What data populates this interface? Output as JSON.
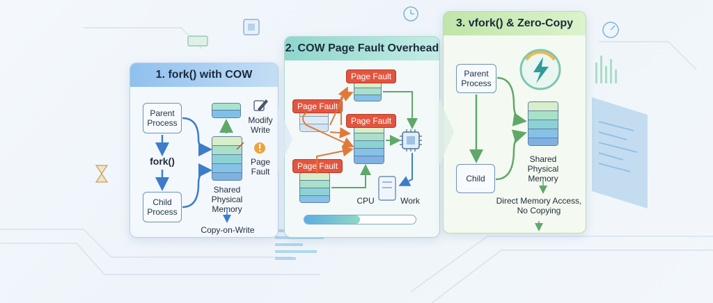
{
  "panels": {
    "fork": {
      "title": "1. fork() with COW",
      "parent": "Parent Process",
      "call": "fork()",
      "child": "Child Process",
      "modify": "Modify Write",
      "page_fault": "Page Fault",
      "shared": "Shared Physical Memory",
      "cow": "Copy-on-Write"
    },
    "overhead": {
      "title": "2. COW Page Fault Overhead",
      "fault_labels": [
        "Page Fault",
        "Page Fault",
        "Page Fault",
        "Page Fault"
      ],
      "cpu": "CPU",
      "work": "Work",
      "progress": 0.5
    },
    "vfork": {
      "title": "3. vfork() & Zero-Copy",
      "parent": "Parent Process",
      "child": "Child",
      "shared": "Shared Physical Memory",
      "access": "Direct Memory Access, No Copying"
    }
  },
  "colors": {
    "panel1_header": "#a9cdf2",
    "panel2_header": "#a7dfd8",
    "panel3_header": "#cdebb8",
    "fault": "#e2553f",
    "arrow_blue": "#3d7cc9",
    "arrow_green": "#5fa86a",
    "arrow_orange": "#e07a3a"
  },
  "icons": [
    "edit-icon",
    "alert-icon",
    "cpu-icon",
    "lightning-icon",
    "clock-icon",
    "hourglass-icon",
    "gauge-icon",
    "chip-icon"
  ]
}
